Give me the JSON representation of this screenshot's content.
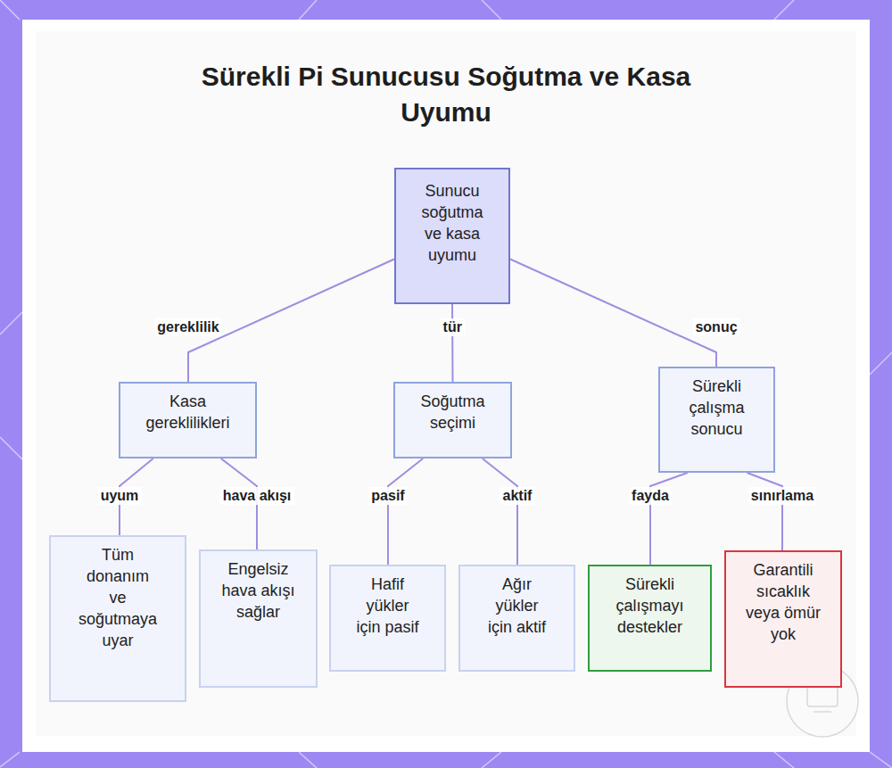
{
  "diagram": {
    "title": "Sürekli Pi Sunucusu Soğutma ve Kasa Uyumu",
    "nodes": [
      {
        "text": [
          "Sunucu soğutma ve kasa uyumu"
        ]
      },
      {
        "text": [
          "Kasa gereklilikleri"
        ]
      },
      {
        "text": [
          "Soğutma seçimi"
        ]
      },
      {
        "text": [
          "Sürekli çalışma sonucu"
        ]
      },
      {
        "text": [
          "Tüm donanım ve soğutmaya uyar"
        ]
      },
      {
        "text": [
          "Engelsiz hava akışı sağlar"
        ]
      },
      {
        "text": [
          "Hafif yükler için pasif"
        ]
      },
      {
        "text": [
          "Ağır yükler için aktif"
        ]
      },
      {
        "text": [
          "Sürekli çalışmayı destekler"
        ]
      },
      {
        "text": [
          "Garantili sıcaklık veya ömür yok"
        ]
      }
    ],
    "edges": [
      {
        "from": 0,
        "to": 1,
        "label": "gereklilik",
        "arrow": "none"
      },
      {
        "from": 0,
        "to": 2,
        "label": "tür",
        "arrow": "none"
      },
      {
        "from": 0,
        "to": 3,
        "label": "sonuç",
        "arrow": "none"
      },
      {
        "from": 1,
        "to": 4,
        "label": "uyum",
        "arrow": "none"
      },
      {
        "from": 1,
        "to": 5,
        "label": "hava akışı",
        "arrow": "none"
      },
      {
        "from": 2,
        "to": 6,
        "label": "pasif",
        "arrow": "none"
      },
      {
        "from": 2,
        "to": 7,
        "label": "aktif",
        "arrow": "none"
      },
      {
        "from": 3,
        "to": 8,
        "label": "fayda",
        "arrow": "none"
      },
      {
        "from": 3,
        "to": 9,
        "label": "sınırlama",
        "arrow": "none"
      }
    ]
  }
}
